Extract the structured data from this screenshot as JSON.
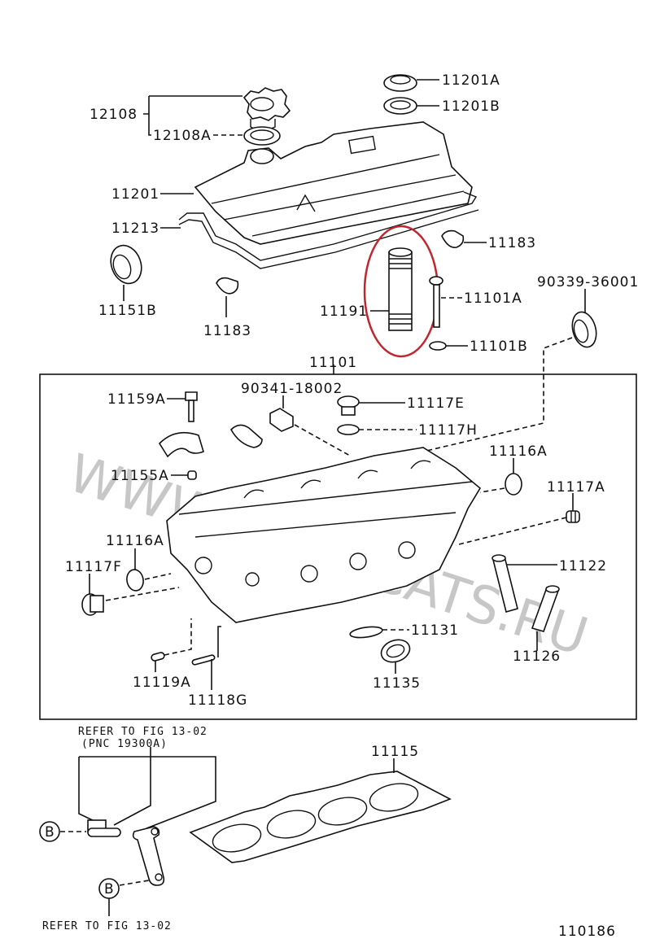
{
  "figure": {
    "figure_number": "110186",
    "highlight_color": "#c0262d",
    "watermark": "WWW.JAPANCATS.RU"
  },
  "labels": {
    "p12108": "12108",
    "p12108A": "12108A",
    "p11201A": "11201A",
    "p11201B": "11201B",
    "p11201": "11201",
    "p11213": "11213",
    "p11183_right": "11183",
    "p11183_left": "11183",
    "p11151B": "11151B",
    "p11191": "11191",
    "p11101A": "11101A",
    "p11101B": "11101B",
    "p90339": "90339-36001",
    "p11101": "11101",
    "p11159A": "11159A",
    "p90341": "90341-18002",
    "p11117E": "11117E",
    "p11117H": "11117H",
    "p11155A": "11155A",
    "p11116A_right": "11116A",
    "p11117A": "11117A",
    "p11116A_left": "11116A",
    "p11117F": "11117F",
    "p11122": "11122",
    "p11126": "11126",
    "p11131": "11131",
    "p11135": "11135",
    "p11119A": "11119A",
    "p11118G": "11118G",
    "p11115": "11115"
  },
  "notes": {
    "refer_top_line1": "REFER TO FIG 13-02",
    "refer_top_line2": "(PNC 19300A)",
    "refer_bottom": "REFER TO FIG 13-02",
    "callout_b_top": "B",
    "callout_b_bottom": "B"
  }
}
